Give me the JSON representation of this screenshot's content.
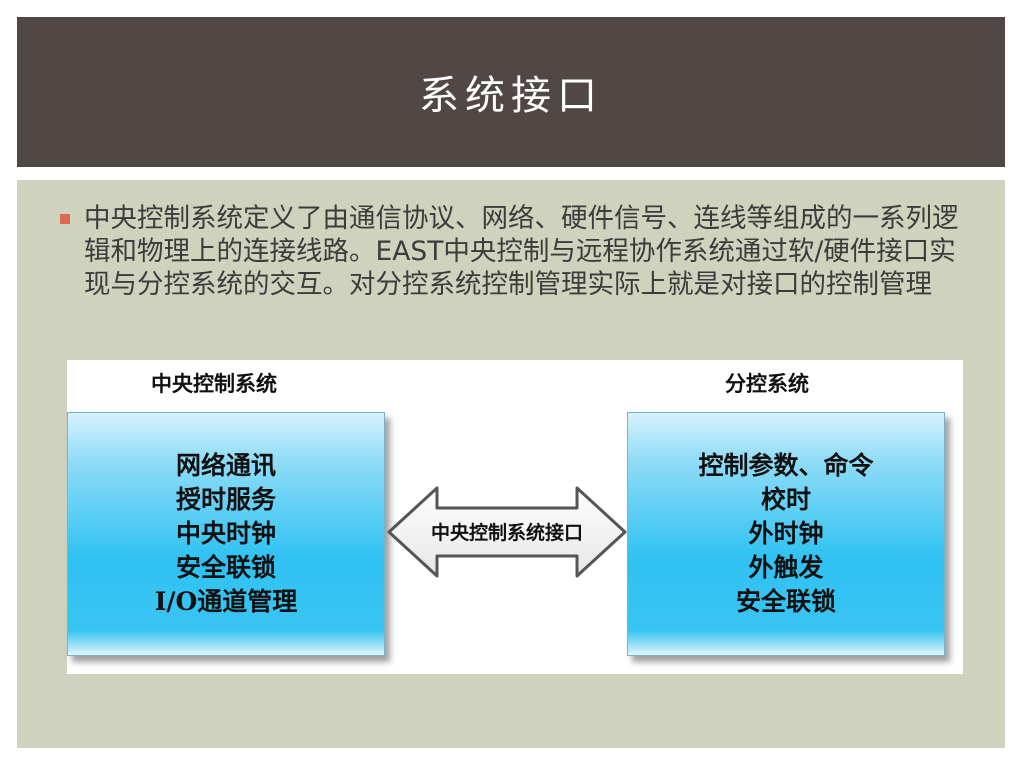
{
  "slide": {
    "title": "系统接口",
    "bullet": "中央控制系统定义了由通信协议、网络、硬件信号、连线等组成的一系列逻辑和物理上的连接线路。EAST中央控制与远程协作系统通过软/硬件接口实现与分控系统的交互。对分控系统控制管理实际上就是对接口的控制管理"
  },
  "diagram": {
    "left_title": "中央控制系统",
    "right_title": "分控系统",
    "left_items": [
      "网络通讯",
      "授时服务",
      "中央时钟",
      "安全联锁",
      "I/O通道管理"
    ],
    "right_items": [
      "控制参数、命令",
      "校时",
      "外时钟",
      "外触发",
      "安全联锁"
    ],
    "arrow_label": "中央控制系统接口"
  },
  "colors": {
    "title_bar": "#514845",
    "content_bg": "#cfd2bd",
    "bullet": "#d9694f",
    "box_fill": "#30c2f2"
  }
}
